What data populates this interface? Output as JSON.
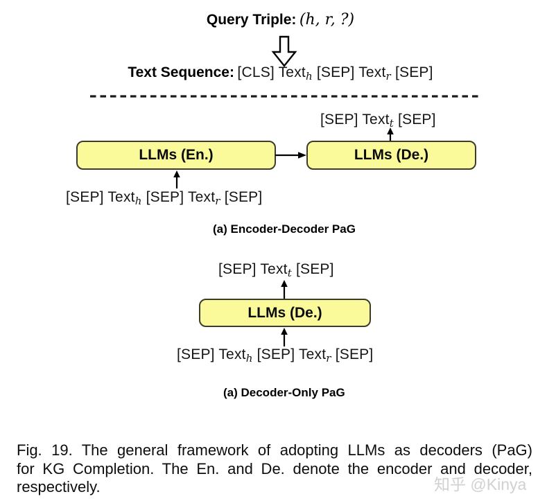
{
  "colors": {
    "box_fill": "#fafa9b",
    "box_border": "#3c3c2c",
    "watermark": "#c9c9c9"
  },
  "header": {
    "query_label": "Query Triple:",
    "query_triple": "(h, r, ?)",
    "sequence_label": "Text Sequence:"
  },
  "tokens": {
    "cls": "[CLS]",
    "sep": "[SEP]",
    "text_word": "Text",
    "sub_h": "h",
    "sub_r": "r",
    "sub_t": "t"
  },
  "diagram_a": {
    "encoder_box": "LLMs (En.)",
    "decoder_box": "LLMs (De.)",
    "caption": "(a) Encoder-Decoder PaG"
  },
  "diagram_b": {
    "decoder_box": "LLMs (De.)",
    "caption": "(a) Decoder-Only PaG"
  },
  "figure_caption": {
    "lines": [
      "Fig. 19. The general framework of adopting LLMs as decoders (PaG)",
      "for KG Completion. The En. and De. denote the encoder and decoder,",
      "respectively."
    ]
  },
  "watermark": "知乎 @Kinya"
}
